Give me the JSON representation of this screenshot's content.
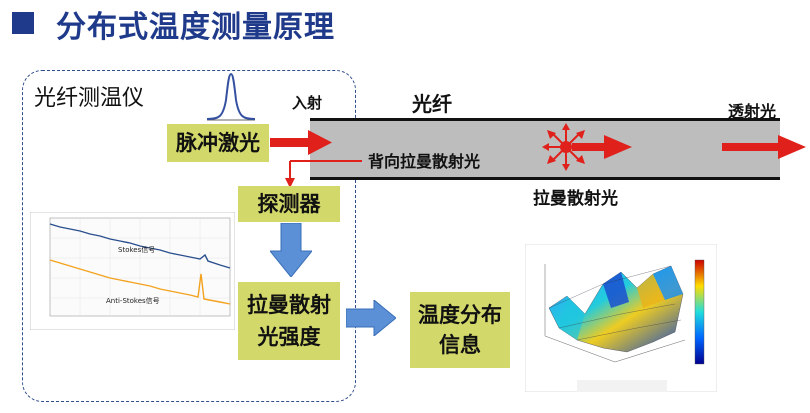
{
  "page": {
    "title": "分布式温度测量原理"
  },
  "instrument": {
    "label": "光纤测温仪"
  },
  "boxes": {
    "pulse_laser": "脉冲激光",
    "detector": "探测器",
    "raman_intensity": "拉曼散射光强度",
    "temp_distribution": "温度分布信息"
  },
  "fiber": {
    "label": "光纤",
    "incident": "入射",
    "backscatter": "背向拉曼散射光",
    "raman_scatter": "拉曼散射光",
    "transmitted": "透射光"
  },
  "raman_chart": {
    "stokes_label": "Stokes信号",
    "antistokes_label": "Anti-Stokes信号"
  },
  "colors": {
    "title": "#1f3a8a",
    "box_fill": "#d2d86a",
    "red_arrow": "#e0201b",
    "blue_arrow": "#5b8fd6",
    "fiber_gray": "#bdbdbd"
  }
}
